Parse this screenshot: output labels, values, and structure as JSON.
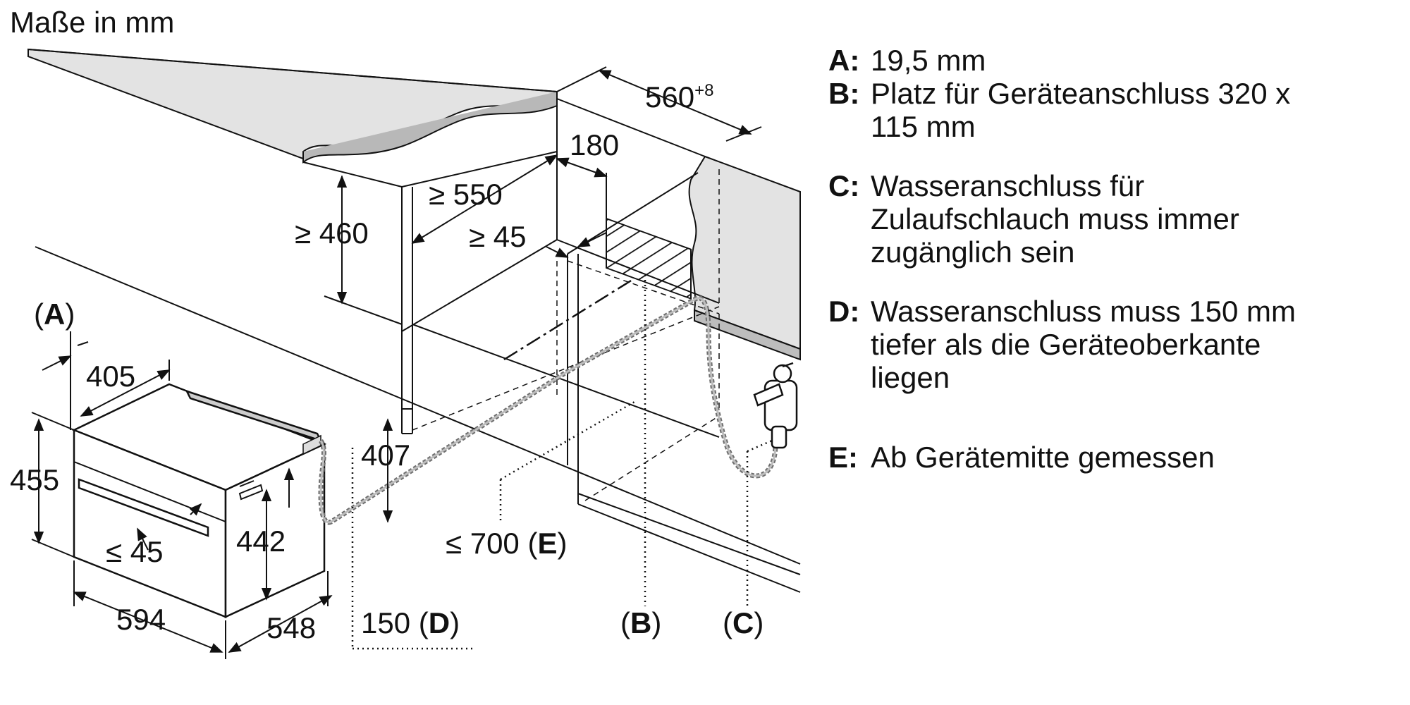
{
  "title": "Maße in mm",
  "dimensions": {
    "d560": "560",
    "d560_sup": "+8",
    "d180": "180",
    "d550": "≥ 550",
    "d460": "≥ 460",
    "d45_top": "≥ 45",
    "labelA_open": "(",
    "labelA_key": "A",
    "labelA_close": ")",
    "d405": "405",
    "d455": "455",
    "d407": "407",
    "d442": "442",
    "d45_bottom": "≤ 45",
    "d594": "594",
    "d548": "548",
    "d700": "≤ 700 (",
    "d700_key": "E",
    "d700_close": ")",
    "d150": "150 (",
    "d150_key": "D",
    "d150_close": ")",
    "labelB_open": "(",
    "labelB_key": "B",
    "labelB_close": ")",
    "labelC_open": "(",
    "labelC_key": "C",
    "labelC_close": ")"
  },
  "legend": [
    {
      "key": "A:",
      "lines": [
        "19,5 mm"
      ]
    },
    {
      "key": "B:",
      "lines": [
        "Platz für Geräteanschluss 320 x",
        "115 mm"
      ]
    },
    {
      "key": "C:",
      "lines": [
        "Wasseranschluss für",
        "Zulaufschlauch muss immer",
        "zugänglich sein"
      ]
    },
    {
      "key": "D:",
      "lines": [
        "Wasseranschluss muss 150 mm",
        "tiefer als die Geräteoberkante",
        "liegen"
      ]
    },
    {
      "key": "E:",
      "lines": [
        "Ab Gerätemitte gemessen"
      ]
    }
  ]
}
